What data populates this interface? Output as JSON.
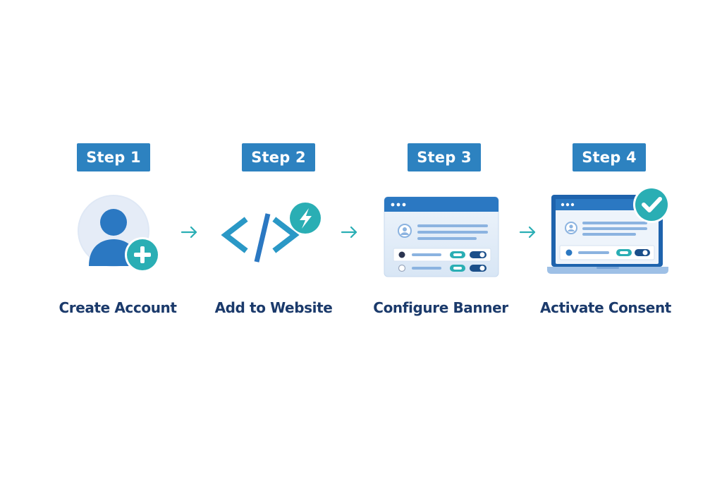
{
  "steps": [
    {
      "badge": "Step 1",
      "title": "Create Account",
      "icon": "add-user-icon"
    },
    {
      "badge": "Step 2",
      "title": "Add to Website",
      "icon": "code-embed-icon"
    },
    {
      "badge": "Step 3",
      "title": "Configure Banner",
      "icon": "banner-settings-icon"
    },
    {
      "badge": "Step 4",
      "title": "Activate Consent",
      "icon": "laptop-check-icon"
    }
  ],
  "colors": {
    "badge_bg": "#2d82c0",
    "title_text": "#1b3a6b",
    "accent_teal": "#2aaeb4",
    "primary_blue": "#2b78c2"
  }
}
